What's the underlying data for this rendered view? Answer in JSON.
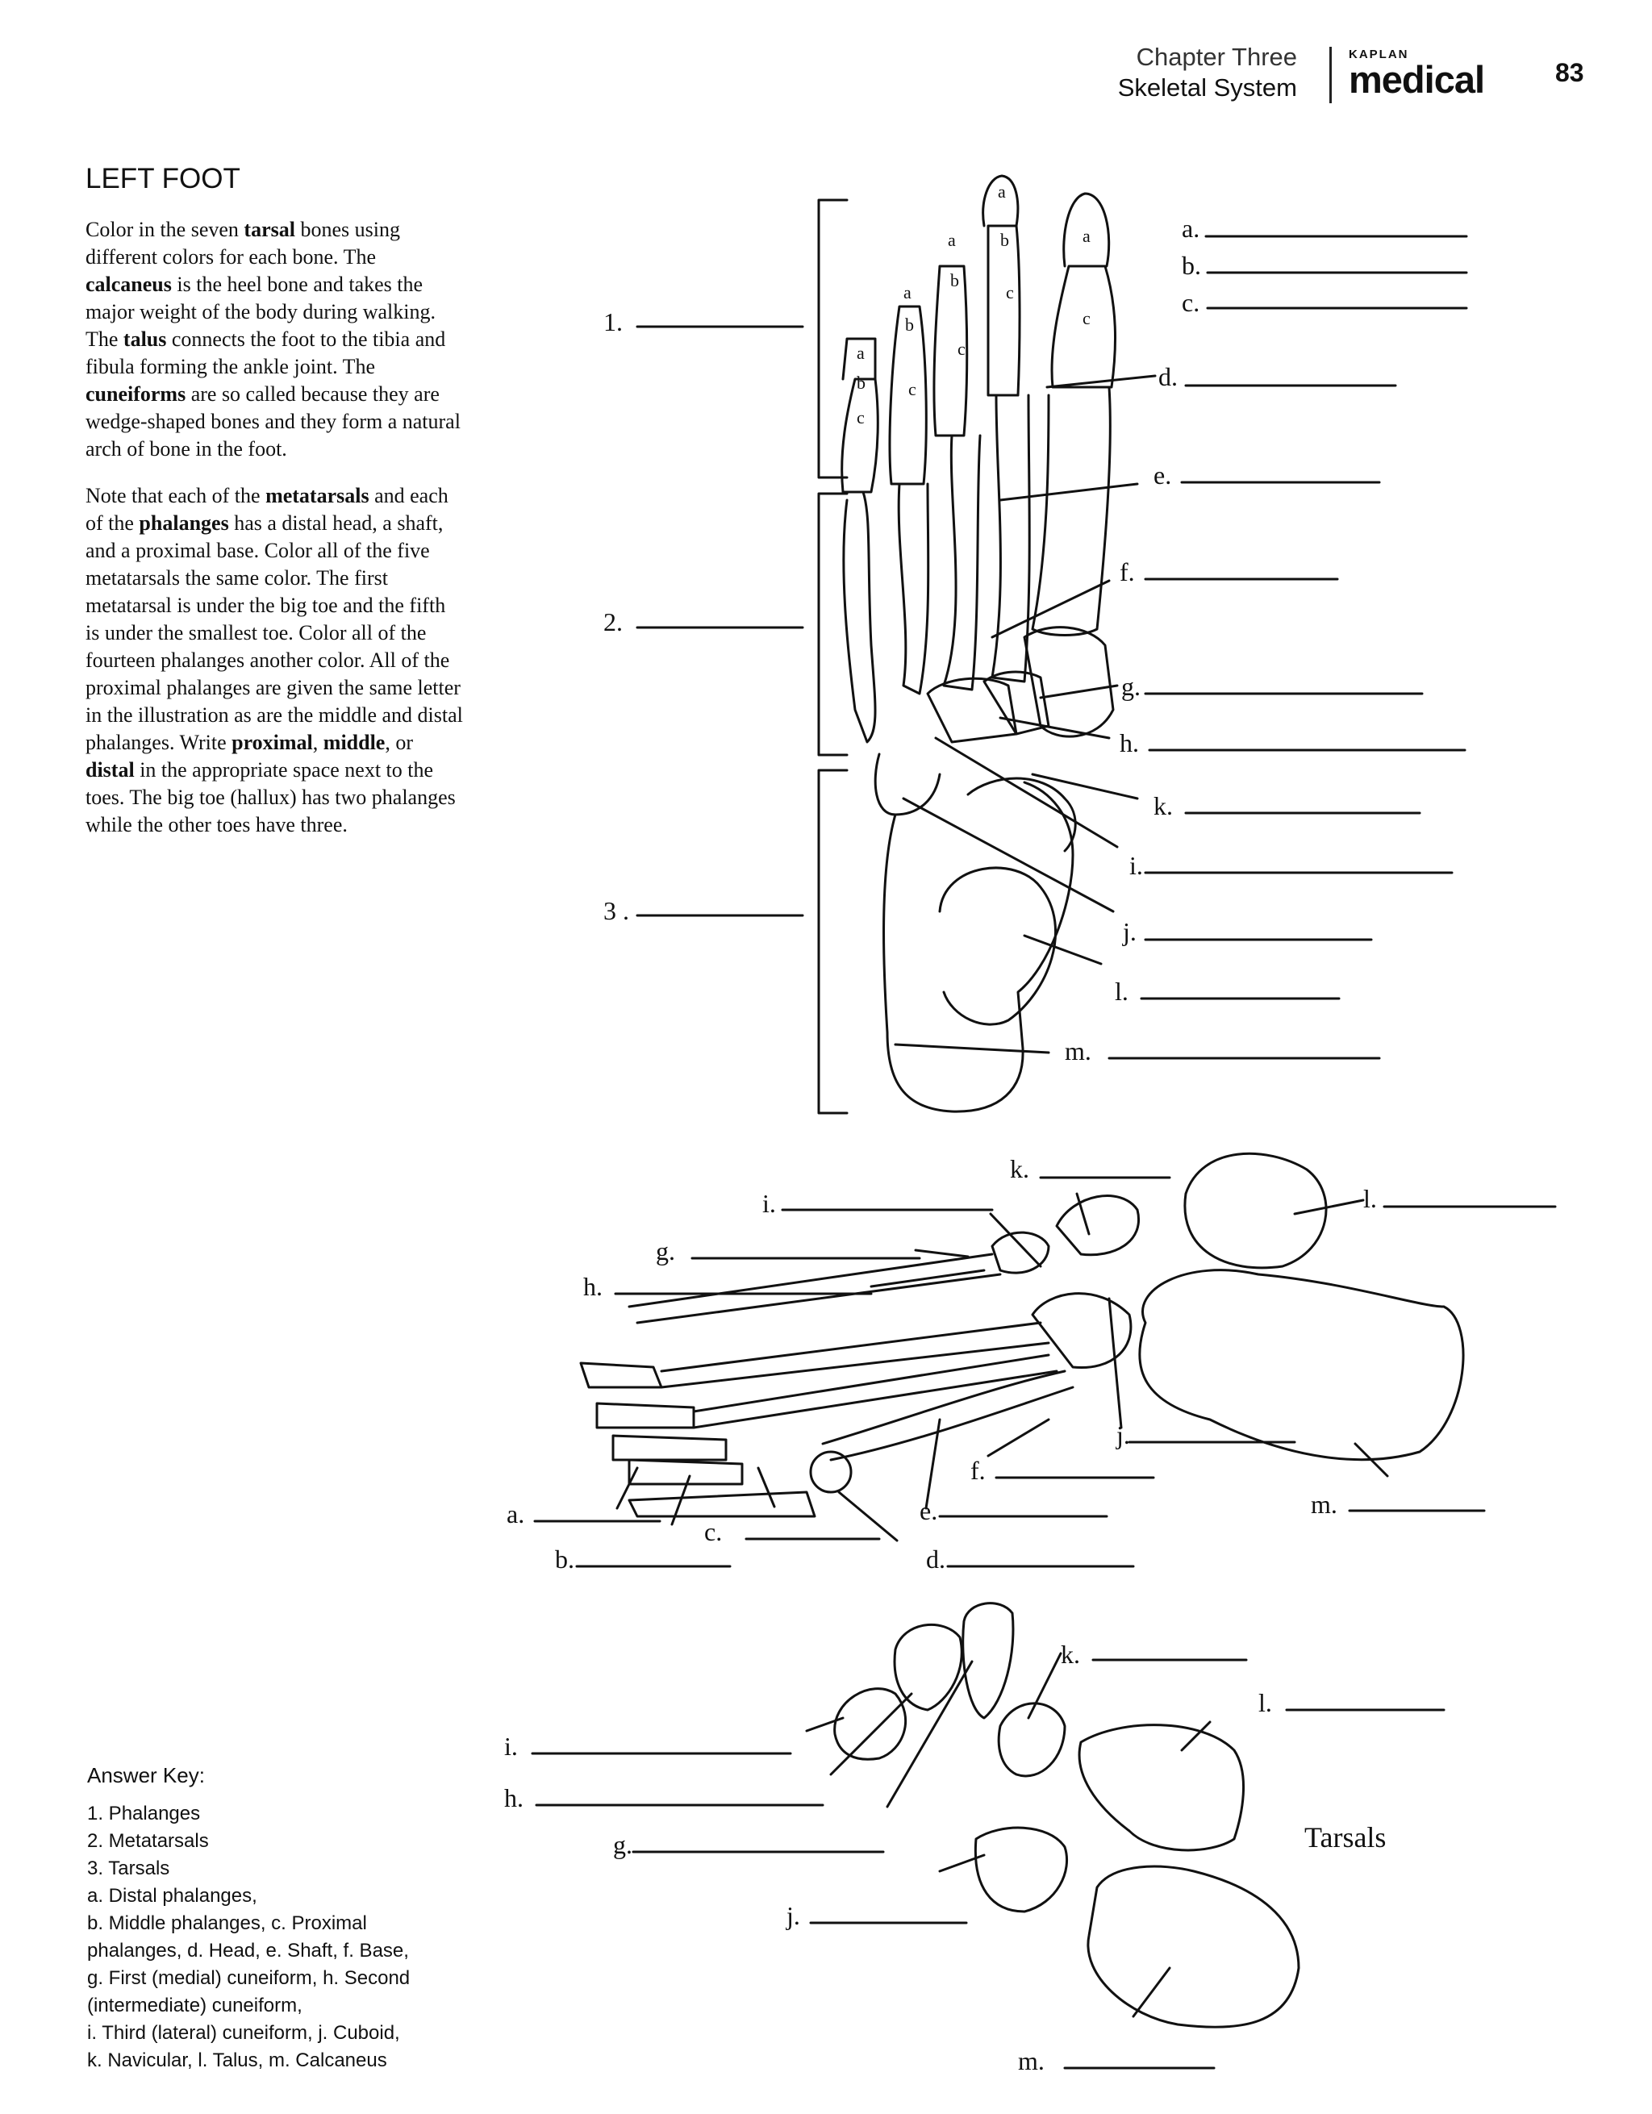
{
  "header": {
    "chapter": "Chapter Three",
    "section": "Skeletal System",
    "logo_kaplan": "KAPLAN",
    "logo_medical": "medical",
    "page_number": "83"
  },
  "title": "LEFT FOOT",
  "intro_paragraphs": [
    [
      {
        "t": "Color in the seven ",
        "b": false
      },
      {
        "t": "tarsal",
        "b": true
      },
      {
        "t": " bones using different colors for each bone. The ",
        "b": false
      },
      {
        "t": "calcaneus",
        "b": true
      },
      {
        "t": " is the heel bone and takes the major weight of the body during walking. The ",
        "b": false
      },
      {
        "t": "talus",
        "b": true
      },
      {
        "t": " connects the foot to the tibia and fibula forming the ankle joint. The ",
        "b": false
      },
      {
        "t": "cuneiforms",
        "b": true
      },
      {
        "t": " are so called because they are wedge-shaped bones and they form a natural arch of bone in the foot.",
        "b": false
      }
    ],
    [
      {
        "t": "Note that each of the ",
        "b": false
      },
      {
        "t": "metatarsals",
        "b": true
      },
      {
        "t": " and each of the ",
        "b": false
      },
      {
        "t": "phalanges",
        "b": true
      },
      {
        "t": " has a distal head, a shaft, and a proximal base. Color all of the five metatarsals the same color. The first metatarsal is under the big toe and the fifth is under the smallest toe. Color all of the fourteen phalanges another color. All of the proximal phalanges are given the same letter in the illustration as are the middle and distal phalanges. Write ",
        "b": false
      },
      {
        "t": "proximal",
        "b": true
      },
      {
        "t": ", ",
        "b": false
      },
      {
        "t": "middle",
        "b": true
      },
      {
        "t": ", or ",
        "b": false
      },
      {
        "t": "distal",
        "b": true
      },
      {
        "t": " in the appropriate space next to the toes. The big toe (hallux) has two phalanges while the other toes have three.",
        "b": false
      }
    ]
  ],
  "figure_top": {
    "group_labels": [
      "1.",
      "2.",
      "3 ."
    ],
    "labels": [
      "a.",
      "b.",
      "c.",
      "d.",
      "e.",
      "f.",
      "g.",
      "h.",
      "k.",
      "i.",
      "j.",
      "l.",
      "m."
    ],
    "bone_letters": [
      "a",
      "b",
      "c"
    ]
  },
  "figure_side": {
    "labels": [
      "k.",
      "i.",
      "l.",
      "g.",
      "h.",
      "j.",
      "f.",
      "m.",
      "a.",
      "c.",
      "e.",
      "b.",
      "d."
    ]
  },
  "figure_tarsals": {
    "labels": [
      "k.",
      "l.",
      "i.",
      "h.",
      "g.",
      "j.",
      "m."
    ],
    "caption": "Tarsals"
  },
  "answer_key": {
    "heading": "Answer Key:",
    "lines": [
      "1. Phalanges",
      "2. Metatarsals",
      "3. Tarsals",
      "a. Distal phalanges,",
      "b. Middle phalanges, c. Proximal",
      "phalanges, d. Head, e. Shaft, f. Base,",
      "g. First (medial) cuneiform, h. Second",
      "(intermediate) cuneiform,",
      "i. Third (lateral) cuneiform, j. Cuboid,",
      "k. Navicular, l. Talus, m. Calcaneus"
    ]
  }
}
